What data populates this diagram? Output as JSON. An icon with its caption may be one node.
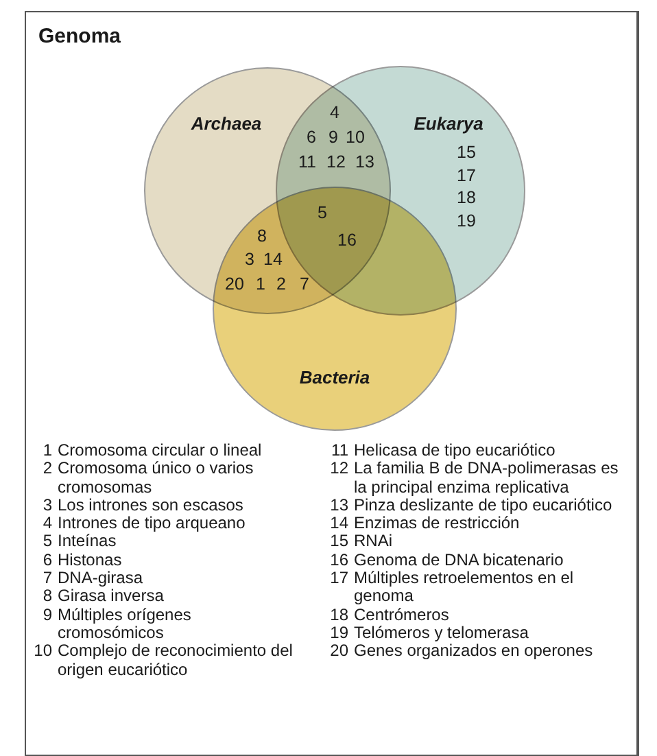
{
  "diagram": {
    "title": "Genoma",
    "nodes": [
      {
        "text": [
          "Archaea"
        ]
      },
      {
        "text": [
          "Eukarya"
        ]
      },
      {
        "text": [
          "Bacteria"
        ]
      }
    ],
    "edges": [],
    "labels": [
      "4",
      "6",
      "9",
      "10",
      "11",
      "12",
      "13",
      "15",
      "17",
      "18",
      "19",
      "5",
      "8",
      "16",
      "3",
      "14",
      "20",
      "1",
      "2",
      "7",
      "1",
      "Cromosoma circular o lineal",
      "2",
      "Cromosoma único o varios cromosomas",
      "3",
      "Los intrones son escasos",
      "4",
      "Intrones de tipo arqueano",
      "5",
      "Inteínas",
      "6",
      "Histonas",
      "7",
      "DNA-girasa",
      "8",
      "Girasa inversa",
      "9",
      "Múltiples orígenes cromosómicos",
      "10",
      "Complejo de reconocimiento del origen eucariótico",
      "11",
      "Helicasa de tipo eucariótico",
      "12",
      "La familia B de DNA-polimerasas es la principal enzima replicativa",
      "13",
      "Pinza deslizante de tipo eucariótico",
      "14",
      "Enzimas de restricción",
      "15",
      "RNAi",
      "16",
      "Genoma de DNA bicatenario",
      "17",
      "Múltiples retroelementos en el genoma",
      "18",
      "Centrómeros",
      "19",
      "Telómeros y telomerasa",
      "20",
      "Genes organizados en operones"
    ]
  }
}
